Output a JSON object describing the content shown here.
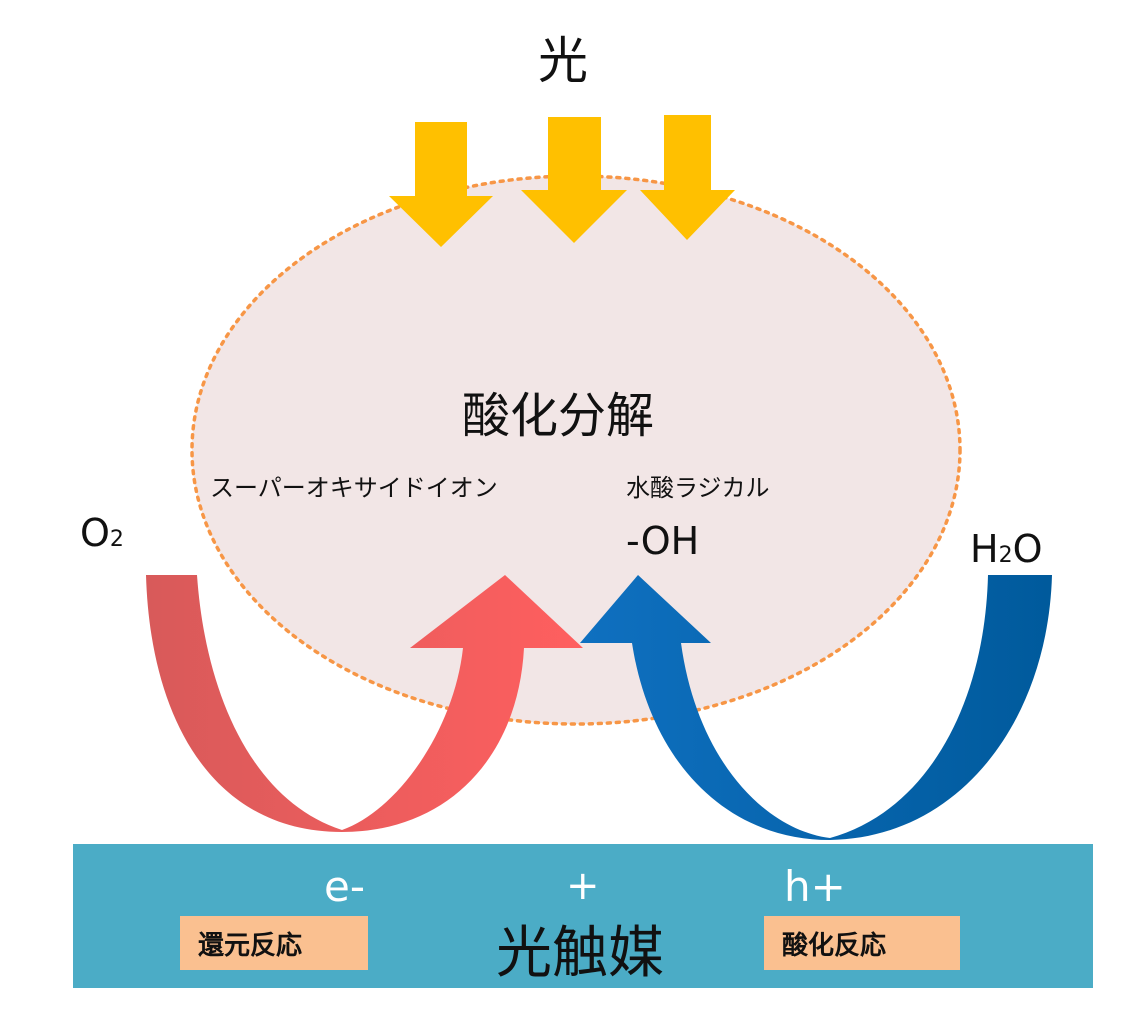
{
  "labels": {
    "light": "光",
    "oxidative_decomposition": "酸化分解",
    "superoxide_ion": "スーパーオキサイドイオン",
    "hydroxyl_radical": "水酸ラジカル",
    "hydroxyl_formula": "-OH",
    "oxygen_base": "O",
    "oxygen_sub": "2",
    "water_h": "H",
    "water_sub": "2",
    "water_o": "O",
    "electron": "e-",
    "plus": "+",
    "hole": "h+",
    "photocatalyst": "光触媒",
    "reduction_reaction": "還元反応",
    "oxidation_reaction": "酸化反応"
  },
  "colors": {
    "light_arrow": "#ffc000",
    "red_arrow": "#e05a5a",
    "blue_arrow": "#1f6fb5",
    "ellipse_fill": "#f2e6e6",
    "ellipse_border": "#f79646",
    "catalyst_bar": "#4bacc6",
    "reaction_box": "#fac090"
  },
  "icons": {
    "light_arrows": "arrow-down-icon",
    "reduction_flow": "curved-arrow-up-icon",
    "oxidation_flow": "curved-arrow-up-icon"
  }
}
